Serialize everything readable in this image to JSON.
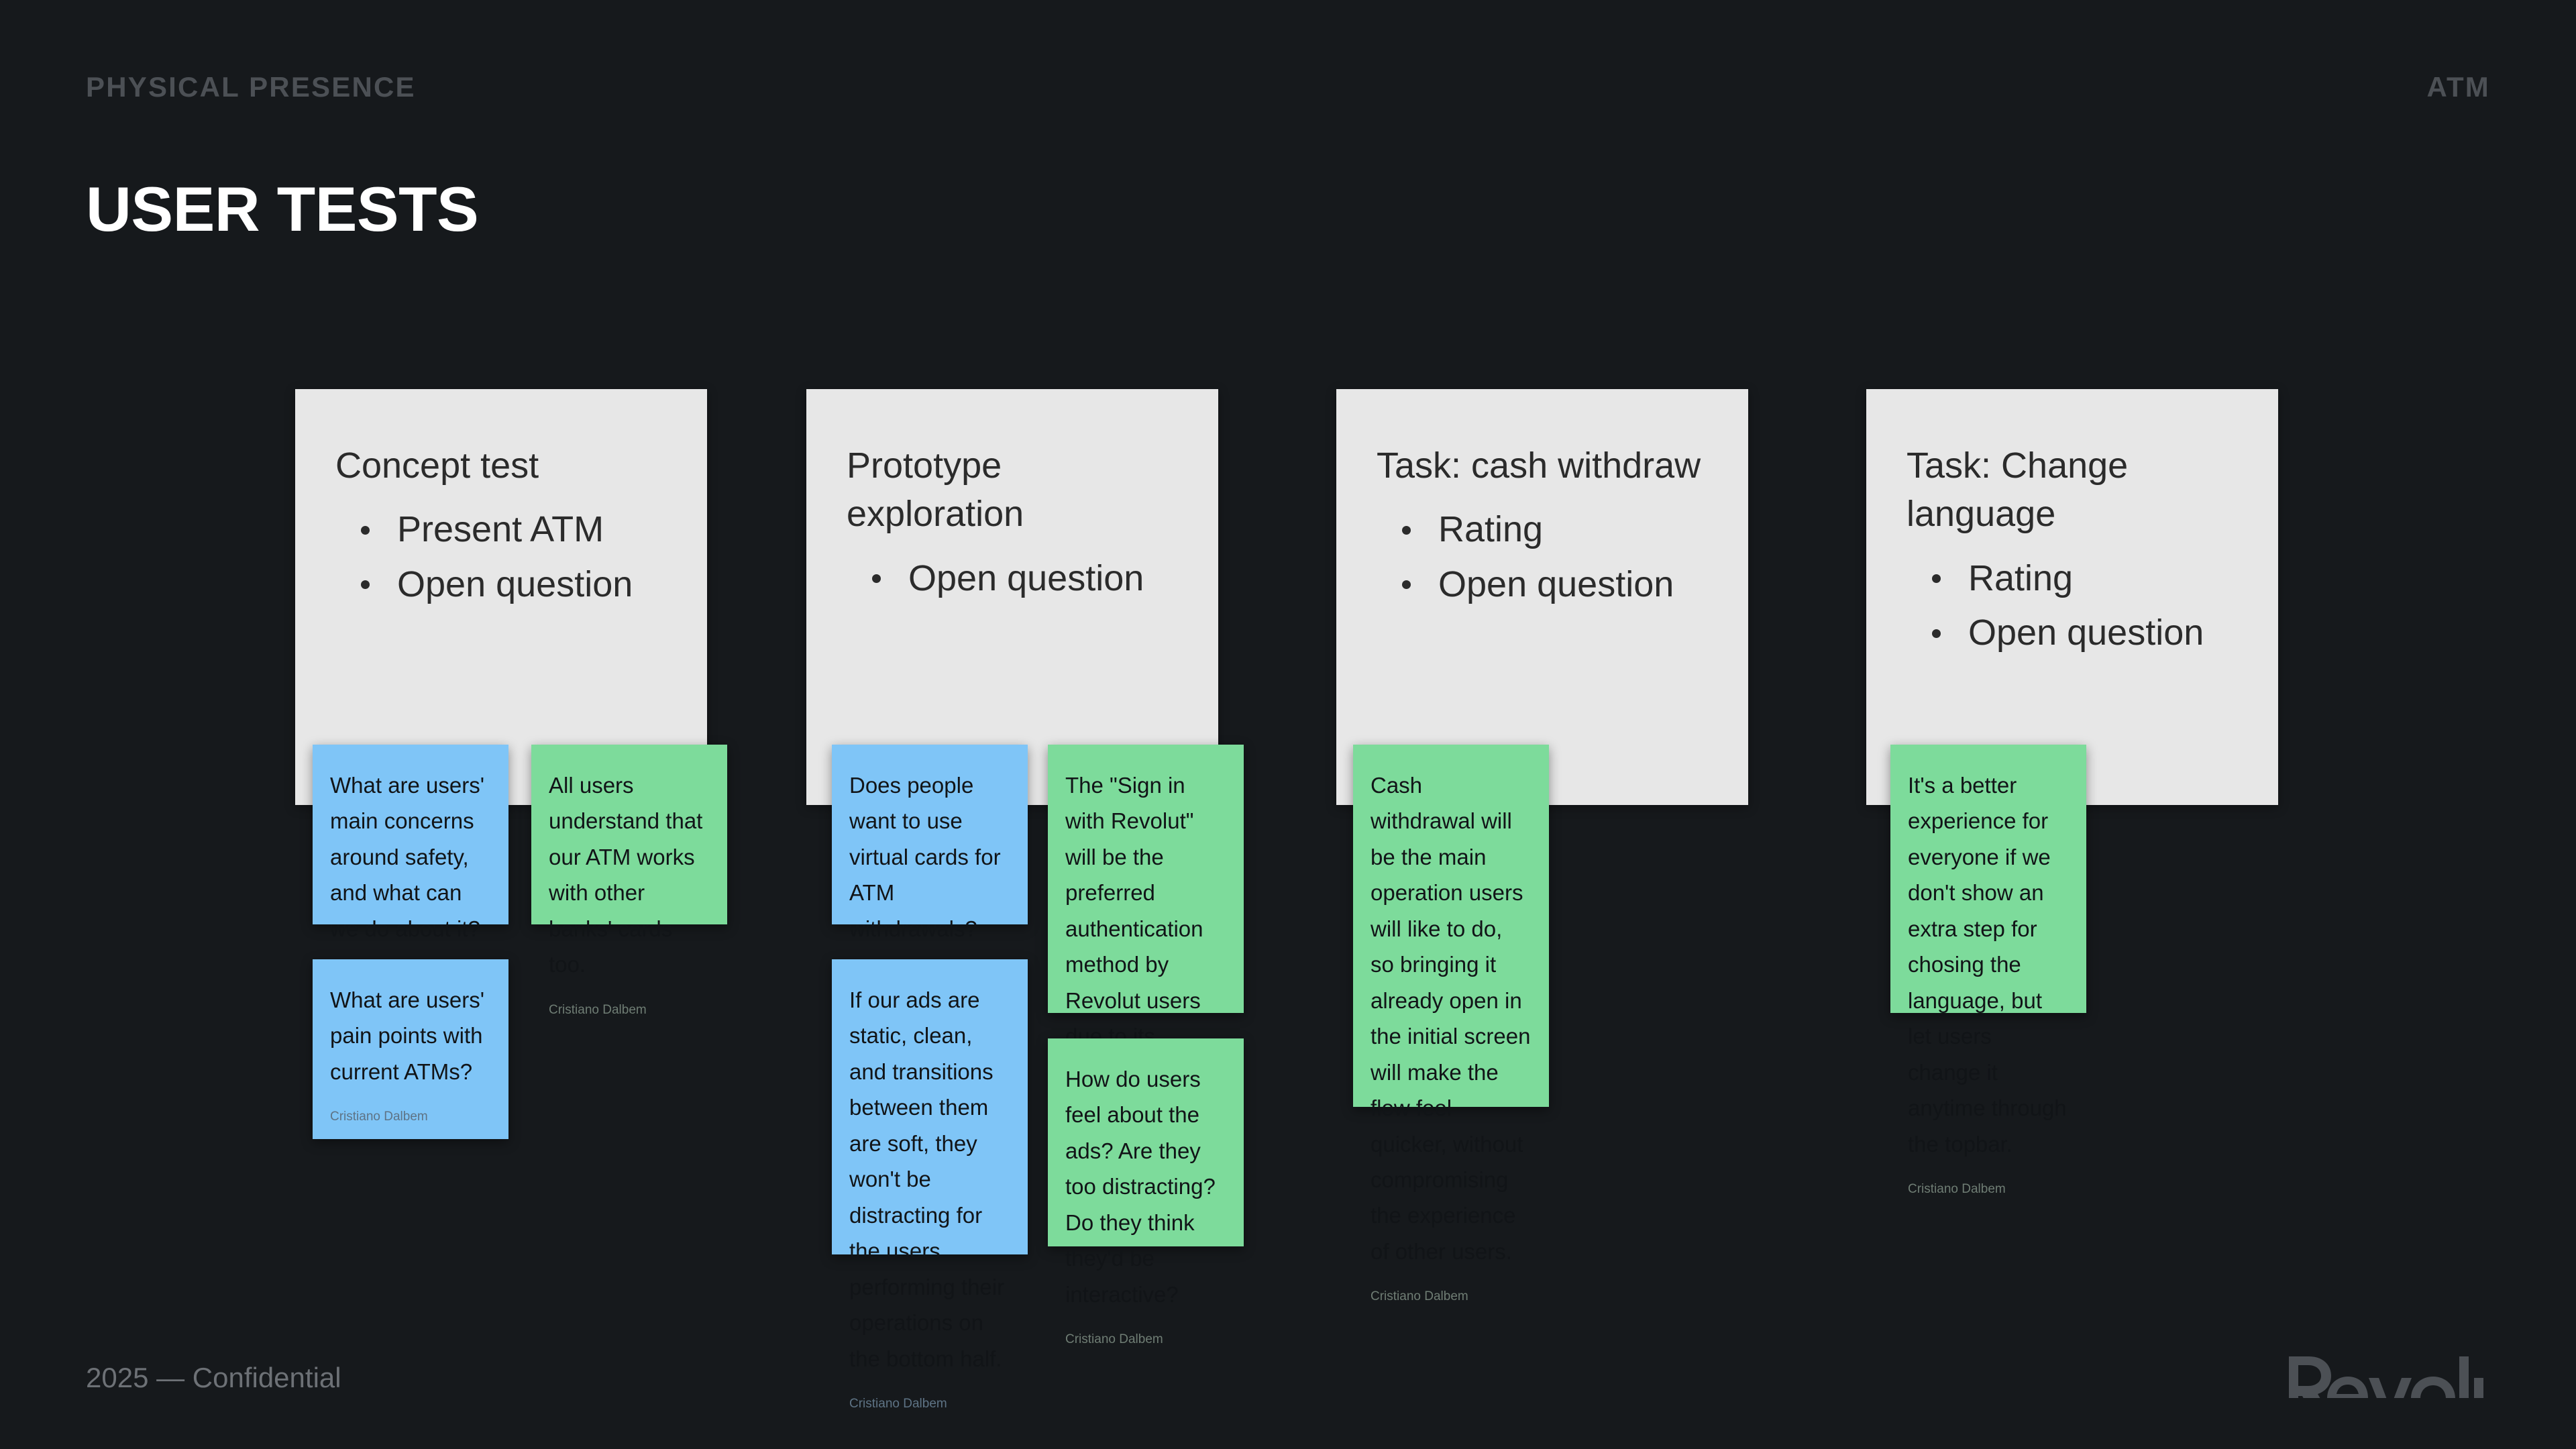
{
  "header": {
    "eyebrow_left": "PHYSICAL PRESENCE",
    "eyebrow_right": "ATM",
    "title": "USER TESTS"
  },
  "footer": {
    "copyright": "2025 — Confidential",
    "brand": "Revolut"
  },
  "colors": {
    "background": "#16191c",
    "frame": "#e7e7e7",
    "note_blue": "#7fc5f7",
    "note_green": "#7ddb9b",
    "title": "#ffffff",
    "eyebrow": "#4c5055",
    "footer_text": "#6d7176"
  },
  "columns": [
    {
      "frame": {
        "title": "Concept test",
        "items": [
          "Present ATM",
          "Open question"
        ]
      },
      "notes": [
        {
          "color": "blue",
          "text": "What are users' main concerns around safety, and what can we do about it?",
          "author": "Cristiano Dalbem"
        },
        {
          "color": "green",
          "text": "All users understand that our ATM works with other banks' cards too.",
          "author": "Cristiano Dalbem"
        },
        {
          "color": "blue",
          "text": "What are users' pain points with current ATMs?",
          "author": "Cristiano Dalbem"
        }
      ]
    },
    {
      "frame": {
        "title": "Prototype exploration",
        "items": [
          "Open question"
        ]
      },
      "notes": [
        {
          "color": "blue",
          "text": "Does people want to use virtual cards for ATM withdrawals?",
          "author": "Cristiano Dalbem"
        },
        {
          "color": "green",
          "text": "The \"Sign in with Revolut\" will be the preferred authentication method by Revolut users due to its practicality, speed and security.",
          "author": "Cristiano Dalbem"
        },
        {
          "color": "blue",
          "text": "If our ads are static, clean, and transitions between them are soft, they won't be distracting for the users performing their operations on the bottom half.",
          "author": "Cristiano Dalbem"
        },
        {
          "color": "green",
          "text": "How do users feel about the ads? Are they too distracting? Do they think they'd be interactive?",
          "author": "Cristiano Dalbem"
        }
      ]
    },
    {
      "frame": {
        "title": "Task: cash withdraw",
        "items": [
          "Rating",
          "Open question"
        ]
      },
      "notes": [
        {
          "color": "green",
          "text": "Cash withdrawal will be the main operation users will like to do, so bringing it already open in the initial screen will make the flow feel quicker, without compromising the experience of other users.",
          "author": "Cristiano Dalbem"
        }
      ]
    },
    {
      "frame": {
        "title": "Task: Change language",
        "items": [
          "Rating",
          "Open question"
        ]
      },
      "notes": [
        {
          "color": "green",
          "text": "It's a better experience for everyone if we don't show an extra step for chosing the language, but let users change it anytime through the topbar.",
          "author": "Cristiano Dalbem"
        }
      ]
    }
  ]
}
